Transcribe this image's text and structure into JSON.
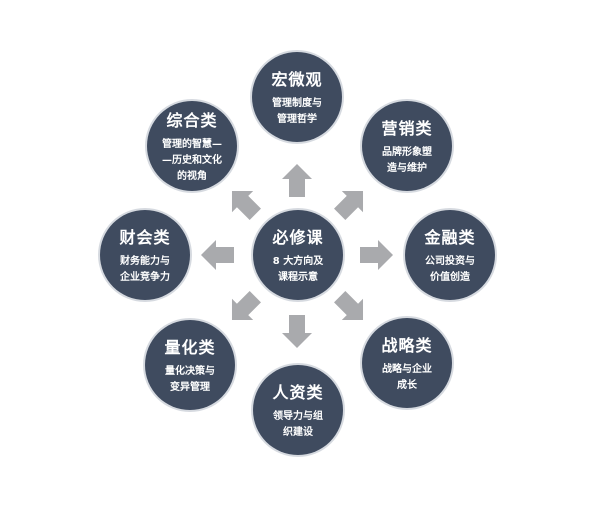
{
  "colors": {
    "circle": "#3f4b5f",
    "arrow": "#a9aaad",
    "ring": "#d6dae0"
  },
  "center": {
    "title": "必修课",
    "subtitle": [
      "8 大方向及",
      "课程示意"
    ]
  },
  "nodes": [
    {
      "id": "macro",
      "title": "宏微观",
      "subtitle": [
        "管理制度与",
        "管理哲学"
      ]
    },
    {
      "id": "general",
      "title": "综合类",
      "subtitle": [
        "管理的智慧—",
        "—历史和文化",
        "的视角"
      ]
    },
    {
      "id": "marketing",
      "title": "营销类",
      "subtitle": [
        "品牌形象塑",
        "造与维护"
      ]
    },
    {
      "id": "accounting",
      "title": "财会类",
      "subtitle": [
        "财务能力与",
        "企业竞争力"
      ]
    },
    {
      "id": "finance",
      "title": "金融类",
      "subtitle": [
        "公司投资与",
        "价值创造"
      ]
    },
    {
      "id": "quant",
      "title": "量化类",
      "subtitle": [
        "量化决策与",
        "变异管理"
      ]
    },
    {
      "id": "strategy",
      "title": "战略类",
      "subtitle": [
        "战略与企业",
        "成长"
      ]
    },
    {
      "id": "hr",
      "title": "人资类",
      "subtitle": [
        "领导力与组",
        "织建设"
      ]
    }
  ]
}
